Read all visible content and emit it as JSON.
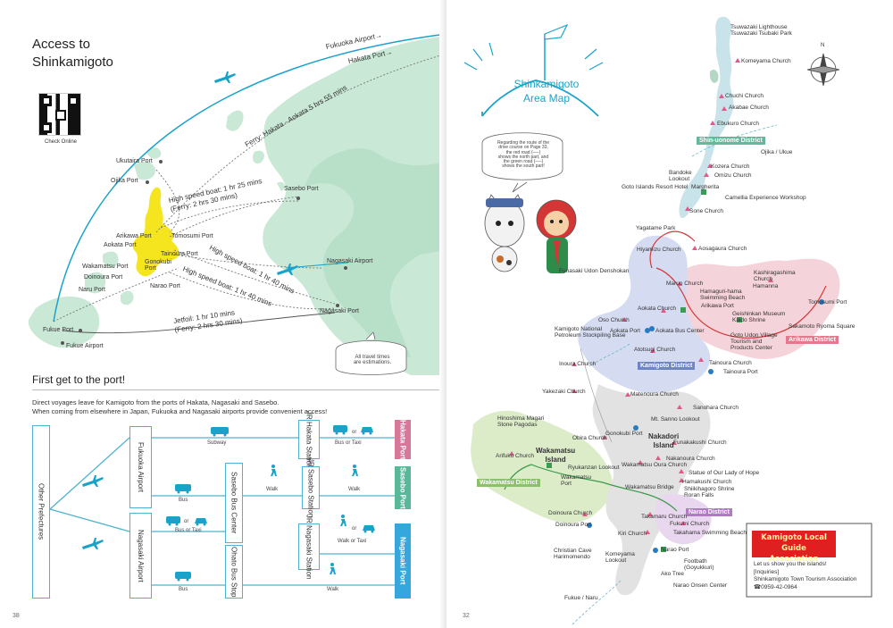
{
  "left_page": {
    "title_line1": "Access to",
    "title_line2": "Shinkamigoto",
    "qr_caption": "Check Online",
    "map_labels": {
      "fukuoka_airport": "Fukuoka Airport→",
      "hakata_port": "Hakata Port→",
      "ferry_route": "Ferry: Hakata - Aokata 5 hrs 55 mins",
      "ukutaira_port": "Ukutaira Port",
      "ojika_port": "Ojika Port",
      "sasebo_port": "Sasebo Port",
      "arikawa_port": "Arikawa Port",
      "aokata_port": "Aokata Port",
      "tomosumi_port": "Tomosumi Port",
      "tainoura_port": "Tainoura Port",
      "wakamatsu_port": "Wakamatsu Port",
      "gonokubi_port": "Gonokubi\nPort",
      "doinoura_port": "Doinoura Port",
      "narao_port": "Narao Port",
      "naru_port": "Naru Port",
      "nagasaki_airport": "Nagasaki Airport",
      "nagasaki_port": "Nagasaki Port",
      "fukue_port": "Fukue Port",
      "fukue_airport": "Fukue Airport",
      "route_sasebo_line1": "High speed boat: 1 hr 25 mins",
      "route_sasebo_line2": "(Ferry: 2 hrs 30 mins)",
      "route_nagasaki_1": "High speed boat: 1 hr 40 mins",
      "route_nagasaki_2": "High speed boat: 1 hr 40 mins",
      "route_jetfoil_line1": "Jetfoil: 1 hr 10 mins",
      "route_jetfoil_line2": "(Ferry: 2 hrs 30 mins)",
      "bubble_note": "All travel times\nare estimations."
    },
    "section_title": "First get to the port!",
    "intro_line1": "Direct voyages leave for Kamigoto from the ports of Hakata, Nagasaki and Sasebo.",
    "intro_line2": "When coming from elsewhere in Japan, Fukuoka and Nagasaki airports provide convenient access!",
    "flow": {
      "other_prefectures": "Other Prefectures",
      "fukuoka_airport": "Fukuoka Airport",
      "nagasaki_airport": "Nagasaki Airport",
      "sasebo_bus_center": "Sasebo Bus Center",
      "ohato_bus_stop": "Ohato Bus Stop",
      "jr_hakata_station": "JR Hakata Station",
      "jr_sasebo_station": "JR Sasebo Station",
      "jr_nagasaki_station": "JR Nagasaki Station",
      "subway": "Subway",
      "bus": "Bus",
      "bus_or_taxi": "Bus or Taxi",
      "walk": "Walk",
      "walk_or_taxi": "Walk or Taxi",
      "or": "or"
    },
    "ports": {
      "hakata": "Hakata Port",
      "sasebo": "Sasebo Port",
      "nagasaki": "Nagasaki Port"
    },
    "page_number": "38"
  },
  "right_page": {
    "title_line1": "Shinkamigoto",
    "title_line2": "Area Map",
    "speech": "Regarding the route of the\ndrive course on Page 33,\nthe red road (──)\nshows the north part, and\nthe green road (──)\nshows the south part!",
    "compass_n": "N",
    "districts": {
      "shin_uonome": "Shin-uonome District",
      "arikawa": "Arikawa District",
      "kamigoto": "Kamigoto District",
      "wakamatsu": "Wakamatsu District",
      "narao": "Narao District"
    },
    "islands": {
      "nakadori": "Nakadori\nIsland",
      "wakamatsu": "Wakamatsu\nIsland"
    },
    "places": [
      "Tsuwazaki Lighthouse\nTsuwazaki Tsubaki Park",
      "Komeyama Church",
      "Chuchi Church",
      "Akabae Church",
      "Ebukuro Church",
      "Kozera Church",
      "Omizu Church",
      "Bandoke\nLookout",
      "Goto Islands Resort Hotel  Margherita",
      "Camellia Experience Workshop",
      "Sone Church",
      "Yagatame Park",
      "Aosagaura Church",
      "Hiyamizu Church",
      "Kashiragashima\nChurch",
      "Hamanna",
      "Funasaki Udon Denshokan",
      "Maruo Church",
      "Hamaguri-hama\nSwimming Beach",
      "Tomosumi Port",
      "Aokata Church",
      "Arikawa Port",
      "Geishinkan Museum\nKaido Shrine",
      "Sakamoto Ryoma Square",
      "Oso Church",
      "Kamigoto National\nPetroleum Stockpiling Base",
      "Aokata Port",
      "Aokata Bus Center",
      "Goto Udon Village\nTourism and\nProducts Center",
      "Atotsugi Church",
      "Inoura Church",
      "Tainoura Church",
      "Tainoura Port",
      "Matenoura Church",
      "Yakezaki Church",
      "Sanohara Church",
      "Mt. Sanno Lookout",
      "Hinoshima Magari\nStone Pagodas",
      "Obira Church",
      "Gonokubi Port",
      "Funakakushi Church",
      "Arifuku Church",
      "Nakanoura Church",
      "Ryukanzan Lookout",
      "Wakamatsu Oura Church",
      "Wakamatsu\nPort",
      "Statue of Our Lady of Hope",
      "Hamakushi Church",
      "Wakamatsu Bridge",
      "Shiikihagoro Shrine\nRoran Falls",
      "Doinoura Church",
      "Takamaru Church",
      "Doinoura Port",
      "Fukumi Church",
      "Kiri Church",
      "Takahama Swimming Beach",
      "Narao Port",
      "Christian Cave\nHarimomendo",
      "Komeyama\nLookout",
      "Footbath\n(Goyukkuri)",
      "Ako Tree",
      "Narao Onsen Center",
      "Fukue / Naru",
      "Ojika / Ukue"
    ],
    "guide": {
      "title_line1": "Kamigoto Local Guide",
      "title_line2": "Association",
      "tagline": "Let us show you the islands!",
      "inquiries": "[Inquiries]",
      "org": "Shinkamigoto Town Tourism Association",
      "phone": "☎0959-42-0964"
    },
    "page_number": "32"
  },
  "colors": {
    "accent_blue": "#1aa3c9",
    "land_green": "#c9e8d6",
    "sea": "#ffffff",
    "island_yellow": "#f5e51e",
    "hakata_tab": "#d9779a",
    "sasebo_tab": "#5ab89a",
    "nagasaki_tab": "#35a7dd",
    "kamigoto_district": "#6e84c7",
    "arikawa_district": "#e5788c",
    "wakamatsu_district": "#8cc06b",
    "shin_uonome_district": "#66b89a",
    "narao_district": "#b07bc3",
    "guide_red": "#e02020"
  }
}
